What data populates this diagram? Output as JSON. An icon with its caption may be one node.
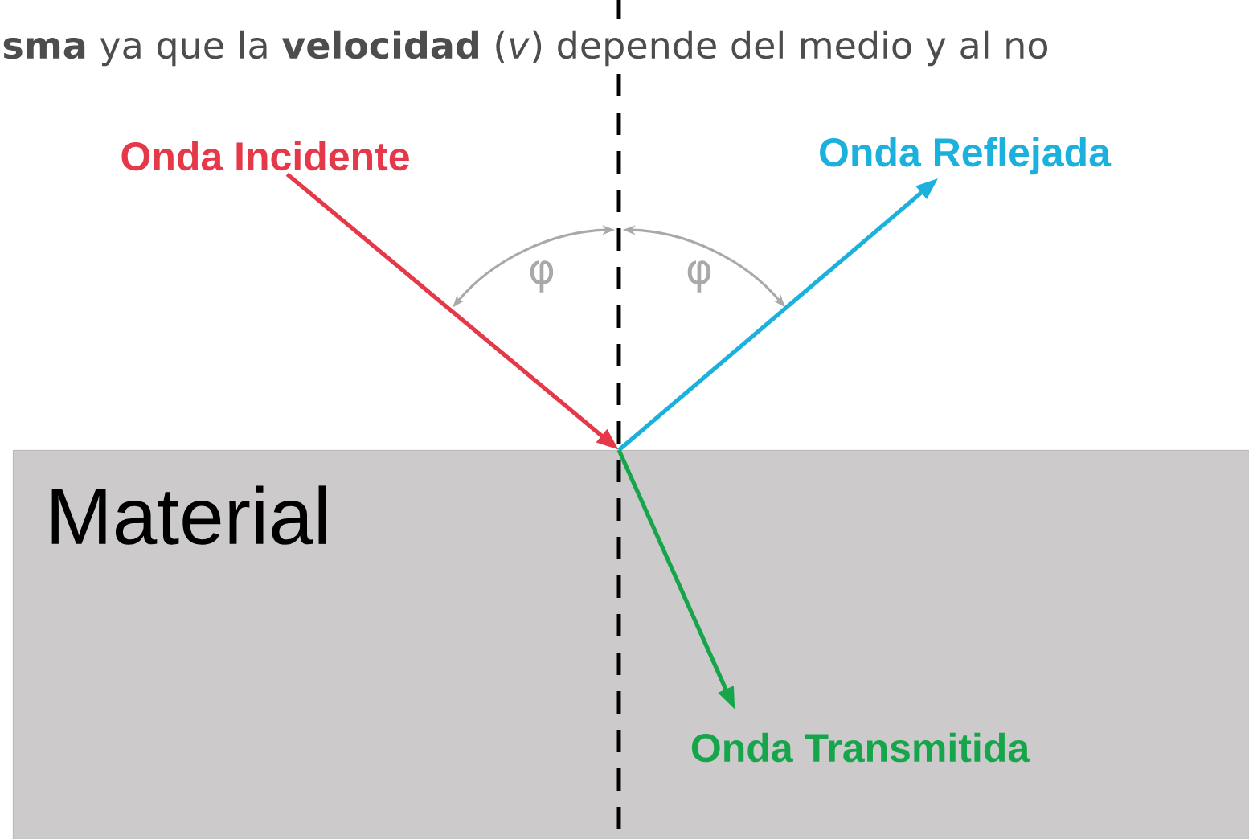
{
  "diagram": {
    "nodes": [
      {
        "text": [
          "Onda Incidente"
        ]
      },
      {
        "text": [
          "Onda Reflejada"
        ]
      },
      {
        "text": [
          "Onda Transmitida"
        ],
        "in": 3
      },
      {
        "text": [
          "Material"
        ]
      }
    ],
    "edges": [
      {
        "from": 0,
        "to": 3,
        "arrow": "to",
        "color": "#e5394a"
      },
      {
        "from": 3,
        "to": 1,
        "arrow": "to",
        "color": "#1cb1dd"
      },
      {
        "from": 3,
        "to": 2,
        "arrow": "to",
        "color": "#17a54b"
      }
    ],
    "labels": [
      "**sma** ya que la **velocidad** (*v*) depende del medio y al no",
      "φ",
      "φ"
    ]
  }
}
